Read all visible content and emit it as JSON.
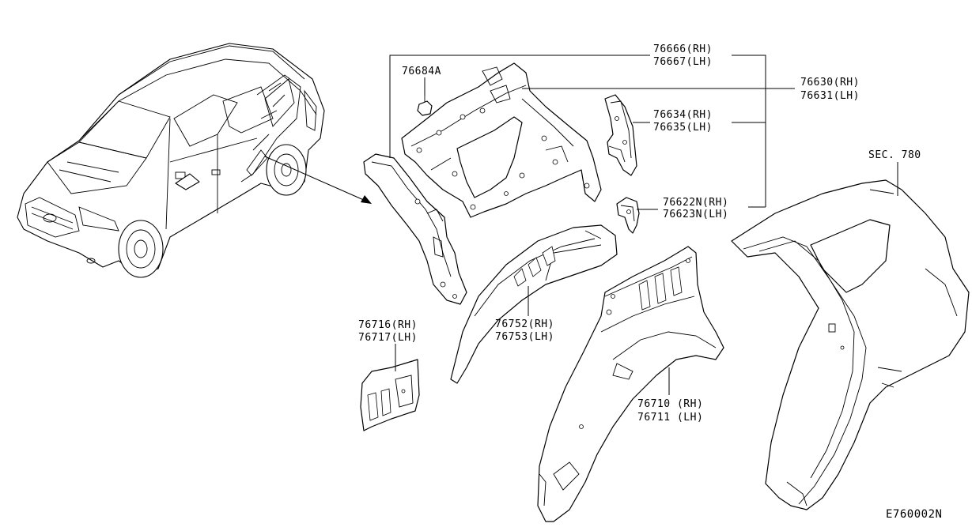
{
  "callouts": {
    "p76666": "76666(RH)",
    "p76667": "76667(LH)",
    "p76684a": "76684A",
    "p76630": "76630(RH)",
    "p76631": "76631(LH)",
    "p76634": "76634(RH)",
    "p76635": "76635(LH)",
    "p76622n": "76622N(RH)",
    "p76623n": "76623N(LH)",
    "sec780": "SEC. 780",
    "p76716": "76716(RH)",
    "p76717": "76717(LH)",
    "p76752": "76752(RH)",
    "p76753": "76753(LH)",
    "p76710": "76710 (RH)",
    "p76711": "76711 (LH)"
  },
  "diagram_code": "E760002N"
}
